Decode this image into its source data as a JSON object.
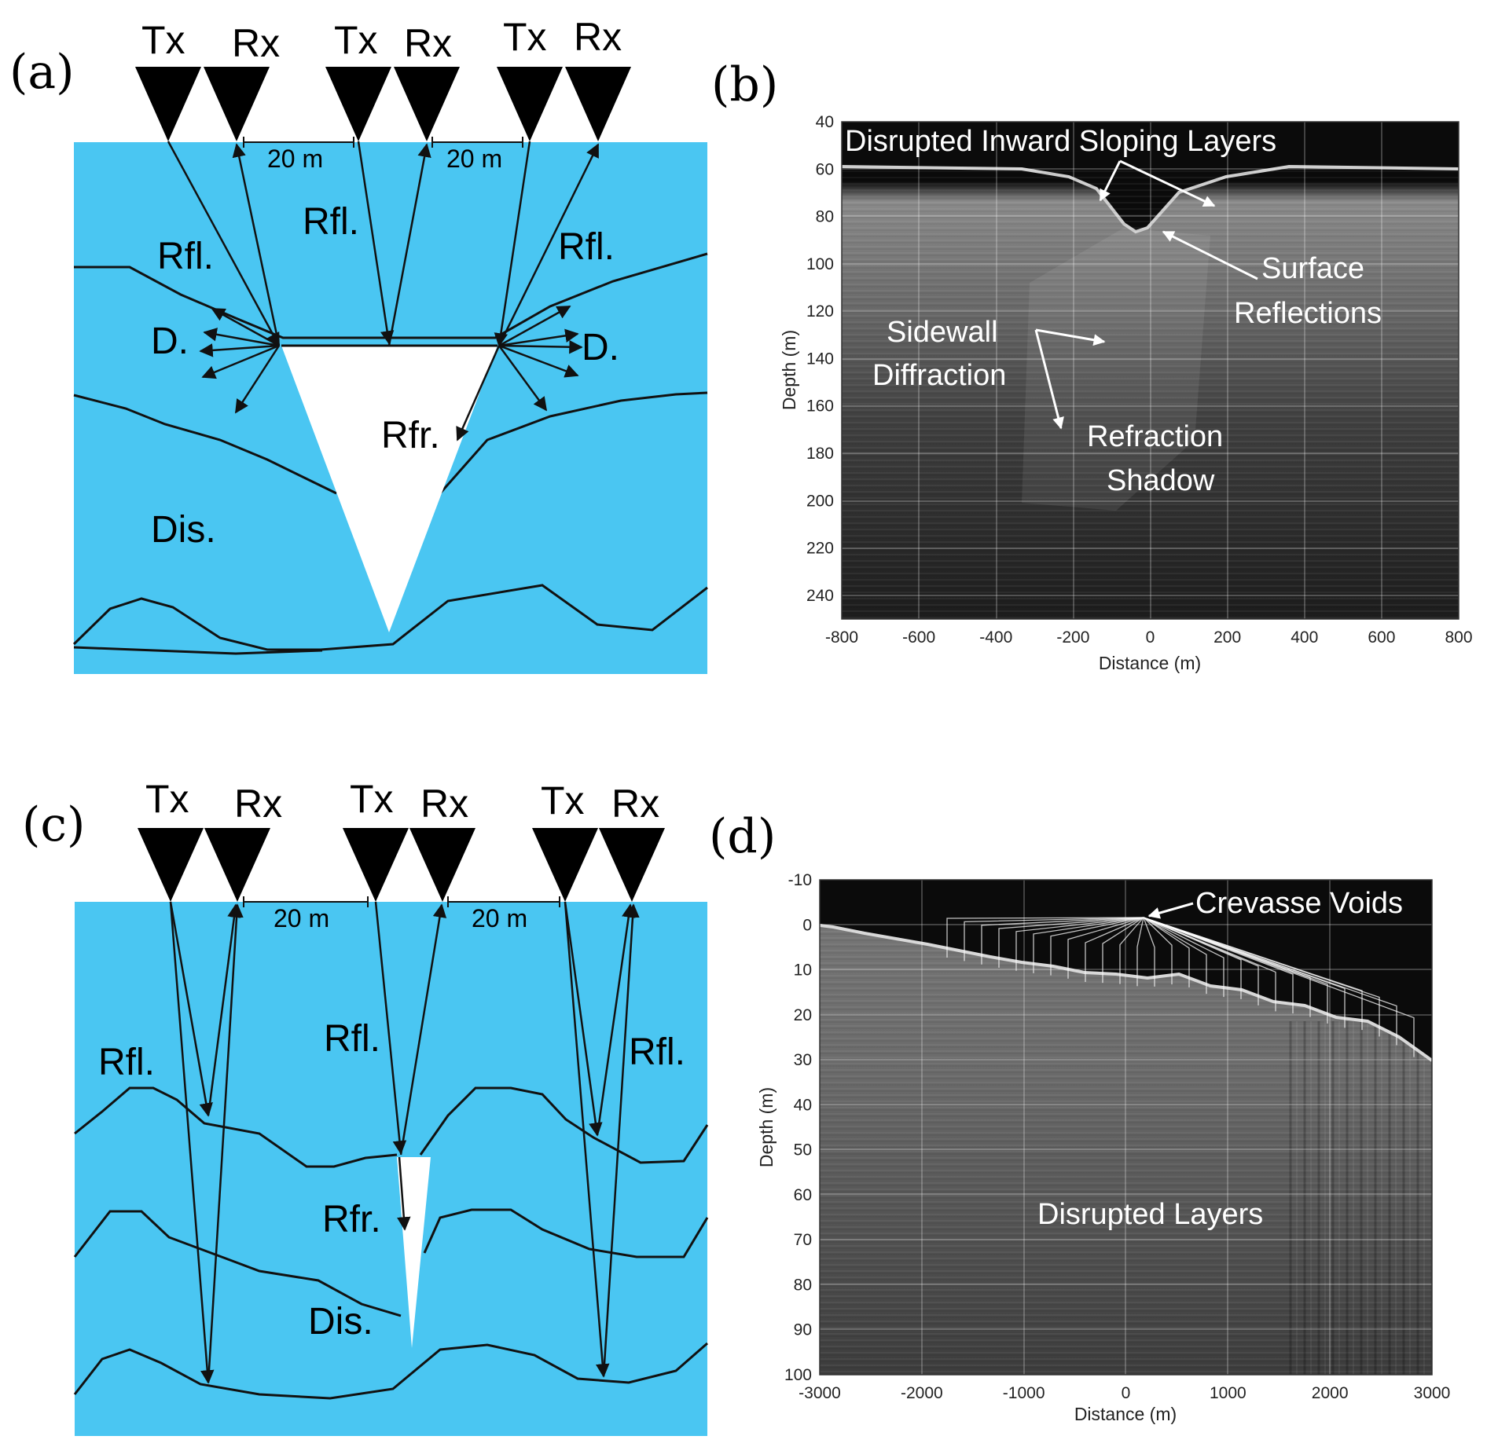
{
  "colors": {
    "ice": "#4ac6f2",
    "void": "#ffffff",
    "ink": "#111111",
    "radar_bg": "#2a2a2a"
  },
  "panel_a": {
    "label": "(a)",
    "antennas": [
      "Tx",
      "Rx",
      "Tx",
      "Rx",
      "Tx",
      "Rx"
    ],
    "spacing": [
      "20 m",
      "20 m"
    ],
    "labels": {
      "rfl_left": "Rfl.",
      "rfl_mid": "Rfl.",
      "rfl_right": "Rfl.",
      "d_left": "D.",
      "d_right": "D.",
      "rfr": "Rfr.",
      "dis": "Dis."
    }
  },
  "panel_b": {
    "label": "(b)",
    "annotations": {
      "disrupted": "Disrupted Inward Sloping Layers",
      "surface_1": "Surface",
      "surface_2": "Reflections",
      "sidewall_1": "Sidewall",
      "sidewall_2": "Diffraction",
      "refraction_1": "Refraction",
      "refraction_2": "Shadow"
    }
  },
  "panel_c": {
    "label": "(c)",
    "antennas": [
      "Tx",
      "Rx",
      "Tx",
      "Rx",
      "Tx",
      "Rx"
    ],
    "spacing": [
      "20 m",
      "20 m"
    ],
    "labels": {
      "rfl_left": "Rfl.",
      "rfl_mid": "Rfl.",
      "rfl_right": "Rfl.",
      "rfr": "Rfr.",
      "dis": "Dis."
    }
  },
  "panel_d": {
    "label": "(d)",
    "annotations": {
      "voids": "Crevasse Voids",
      "layers": "Disrupted Layers"
    }
  },
  "chart_data": [
    {
      "type": "heatmap",
      "panel": "(b)",
      "xlabel": "Distance (m)",
      "ylabel": "Depth (m)",
      "xlim": [
        -800,
        800
      ],
      "ylim": [
        40,
        250
      ],
      "y_inverted": true,
      "x_ticks": [
        "-800",
        "-600",
        "-400",
        "-200",
        "0",
        "200",
        "400",
        "600",
        "800"
      ],
      "y_ticks": [
        "40",
        "60",
        "80",
        "100",
        "120",
        "140",
        "160",
        "180",
        "200",
        "220",
        "240"
      ],
      "grid": true
    },
    {
      "type": "heatmap",
      "panel": "(d)",
      "xlabel": "Distance (m)",
      "ylabel": "Depth (m)",
      "xlim": [
        -3000,
        3000
      ],
      "ylim": [
        -10,
        100
      ],
      "y_inverted": true,
      "x_ticks": [
        "-3000",
        "-2000",
        "-1000",
        "0",
        "1000",
        "2000",
        "3000"
      ],
      "y_ticks": [
        "-10",
        "0",
        "10",
        "20",
        "30",
        "40",
        "50",
        "60",
        "70",
        "80",
        "90",
        "100"
      ],
      "grid": true
    }
  ]
}
